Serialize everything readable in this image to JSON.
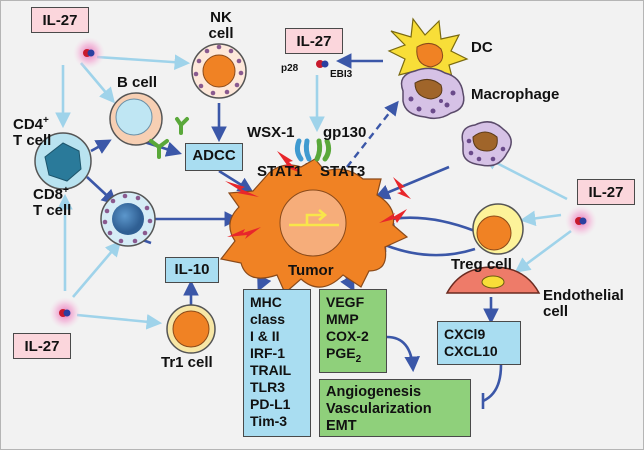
{
  "cytokine": "IL-27",
  "nk_cell": [
    "NK",
    "cell"
  ],
  "b_cell": "B cell",
  "cd4": {
    "base": "CD4",
    "sup": "+",
    "line2": "T cell"
  },
  "cd8": {
    "base": "CD8",
    "sup": "+",
    "line2": "T cell"
  },
  "tr1_cell": "Tr1 cell",
  "il10": "IL-10",
  "adcc": "ADCC",
  "dc": "DC",
  "macrophage": "Macrophage",
  "p28": "p28",
  "ebi3": "EBI3",
  "wsx1": "WSX-1",
  "gp130": "gp130",
  "stat1": "STAT1",
  "stat3": "STAT3",
  "tumor": "Tumor",
  "treg_cell": "Treg cell",
  "endothelial_cell": [
    "Endothelial",
    "cell"
  ],
  "chemokines": [
    "CXCl9",
    "CXCL10"
  ],
  "immune_targets": [
    "MHC",
    "class",
    "I & II",
    "IRF-1",
    "TRAIL",
    "TLR3",
    "PD-L1",
    "Tim-3"
  ],
  "angiogenic_factors": {
    "lines": [
      "VEGF",
      "MMP",
      "COX-2"
    ],
    "pge": {
      "base": "PGE",
      "sub": "2"
    }
  },
  "outcomes": [
    "Angiogenesis",
    "Vascularization",
    "EMT"
  ],
  "colors": {
    "arrow_dark": "#3b57a8",
    "arrow_light": "#9fd3ea",
    "tumor": "#f08224",
    "il27_box": "#fbd6dc",
    "info_box_blue": "#a9ddf1",
    "info_box_green": "#8fd07b",
    "lightning": "#e8262b"
  }
}
